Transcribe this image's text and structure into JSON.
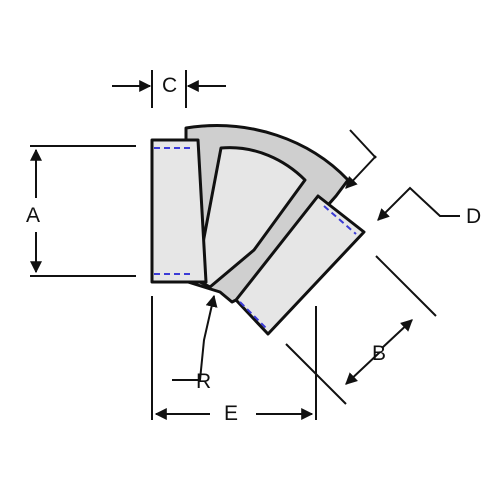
{
  "diagram": {
    "labels": {
      "a": "A",
      "b": "B",
      "c": "C",
      "d": "D",
      "e": "E",
      "r": "R"
    },
    "colors": {
      "outline": "#111111",
      "fitting_fill": "#e6e6e6",
      "hub_fill": "#cfcfcf",
      "socket_line": "#3b3bd6",
      "background": "#ffffff"
    }
  }
}
